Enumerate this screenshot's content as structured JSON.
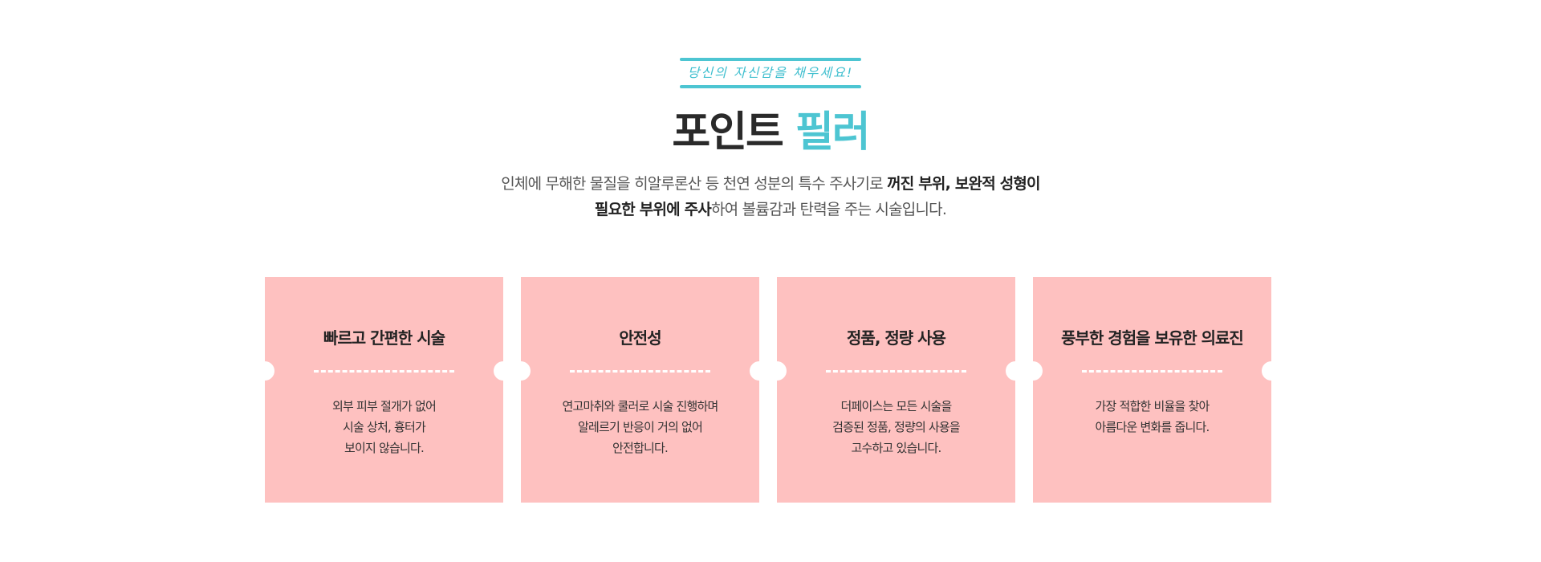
{
  "header": {
    "tagline": "당신의 자신감을 채우세요!",
    "title_dark": "포인트",
    "title_accent": "필러",
    "desc_line1_normal": "인체에 무해한 물질을 히알루론산 등 천연 성분의 특수 주사기로 ",
    "desc_line1_bold": "꺼진 부위, 보완적 성형이",
    "desc_line2_bold": "필요한 부위에 주사",
    "desc_line2_normal": "하여 볼륨감과 탄력을 주는 시술입니다."
  },
  "colors": {
    "accent": "#4dc5d2",
    "card": "#fec1c0"
  },
  "cards": [
    {
      "title": "빠르고 간편한 시술",
      "body": "외부 피부 절개가 없어\n시술 상처, 흉터가\n보이지 않습니다."
    },
    {
      "title": "안전성",
      "body": "연고마취와 쿨러로 시술 진행하며\n알레르기 반응이 거의 없어\n안전합니다."
    },
    {
      "title": "정품, 정량 사용",
      "body": "더페이스는 모든 시술을\n검증된 정품, 정량의 사용을\n고수하고 있습니다."
    },
    {
      "title": "풍부한 경험을 보유한 의료진",
      "body": "가장 적합한 비율을 찾아\n아름다운 변화를 줍니다."
    }
  ]
}
